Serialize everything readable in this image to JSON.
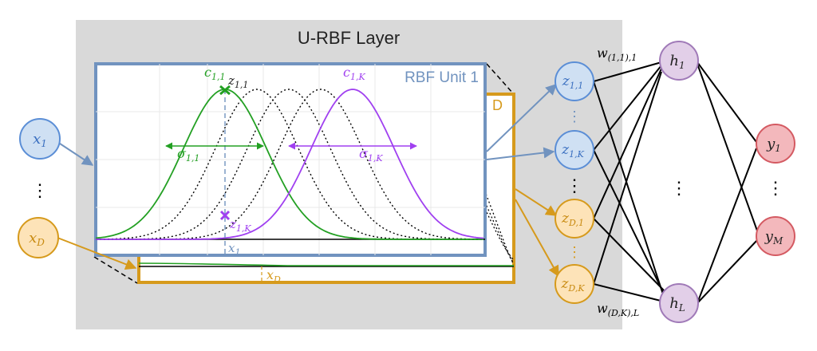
{
  "layer_title": "U-RBF Layer",
  "unit_title": "RBF Unit 1",
  "unit_d_label": "D",
  "colors": {
    "blue_fill": "#cfe0f3",
    "blue_stroke": "#5b8ed6",
    "orange_fill": "#fde3b8",
    "orange_stroke": "#d69a1c",
    "purple_fill": "#e2cfe8",
    "purple_stroke": "#a07ab8",
    "red_fill": "#f3b8bc",
    "red_stroke": "#d45a62",
    "green": "#23a023",
    "violet": "#a040f0",
    "panel_blue": "#7193bf",
    "panel_orange": "#d69a1c",
    "gray": "#d9d9d9"
  },
  "inputs": {
    "x1": "x",
    "x1_sub": "1",
    "xD": "x",
    "xD_sub": "D",
    "dots": "⋮"
  },
  "rbf_nodes": {
    "z11": {
      "main": "z",
      "sub": "1,1"
    },
    "z1K": {
      "main": "z",
      "sub": "1,K"
    },
    "zD1": {
      "main": "z",
      "sub": "D,1"
    },
    "zDK": {
      "main": "z",
      "sub": "D,K"
    },
    "dots": "⋮"
  },
  "hidden": {
    "h1": "h",
    "h1_sub": "1",
    "hL": "h",
    "hL_sub": "L",
    "dots": "⋮"
  },
  "outputs": {
    "y1": "y",
    "y1_sub": "1",
    "yM": "y",
    "yM_sub": "M",
    "dots": "⋮"
  },
  "weights": {
    "top": {
      "main": "w",
      "sub": "(1,1),1"
    },
    "bottom": {
      "main": "w",
      "sub": "(D,K),L"
    }
  },
  "plot_labels": {
    "c11": {
      "main": "c",
      "sub": "1,1"
    },
    "z11": {
      "main": "z",
      "sub": "1,1"
    },
    "c1K": {
      "main": "c",
      "sub": "1,K"
    },
    "sigma11": {
      "main": "σ",
      "sub": "1,1"
    },
    "sigma1K": {
      "main": "σ",
      "sub": "1,K"
    },
    "z1K": {
      "main": "z",
      "sub": "1,K"
    },
    "x1": {
      "main": "x",
      "sub": "1"
    },
    "xD": {
      "main": "x",
      "sub": "D"
    }
  }
}
